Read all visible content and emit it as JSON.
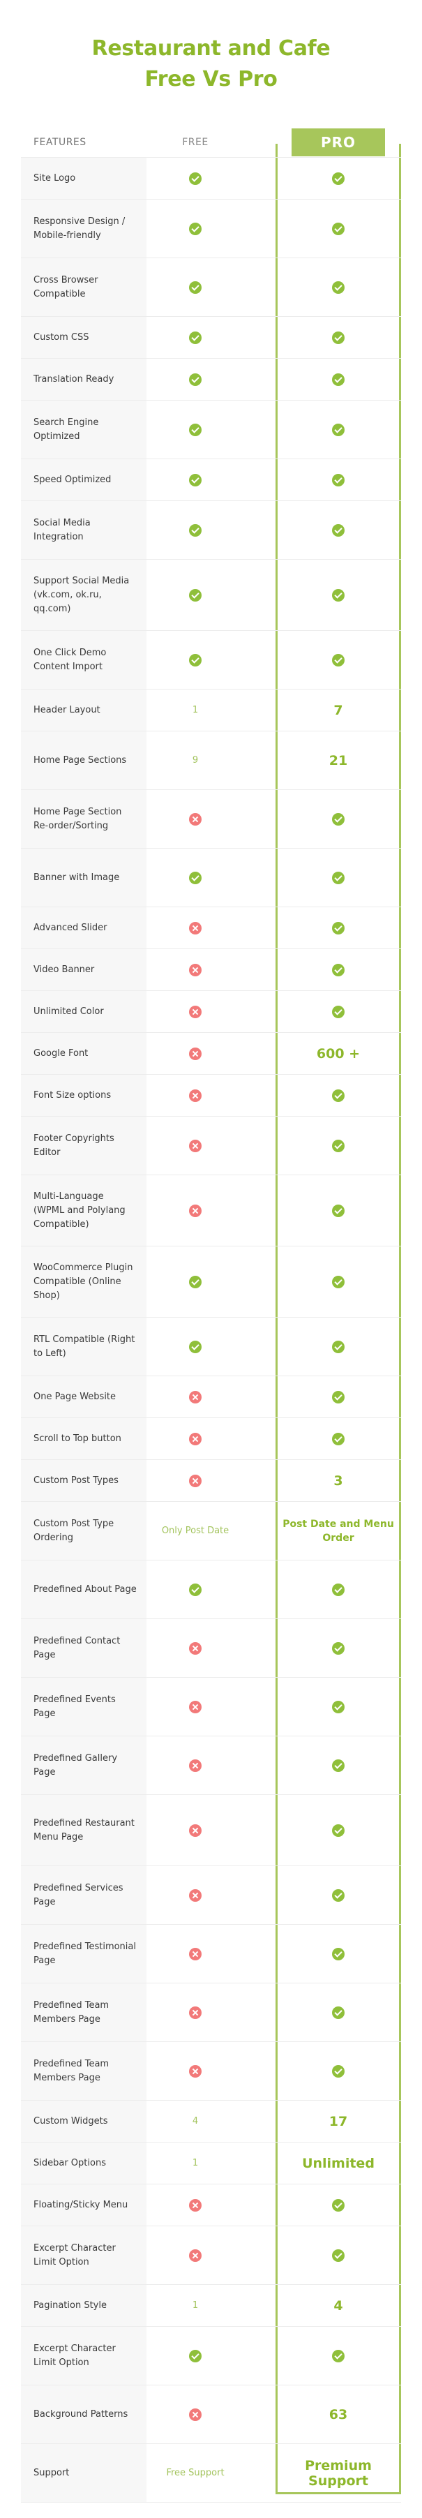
{
  "title_line1": "Restaurant and Cafe",
  "title_line2": "Free Vs Pro",
  "headers": {
    "features": "FEATURES",
    "free": "FREE",
    "pro": "PRO"
  },
  "rows": [
    {
      "feature": "Site Logo",
      "free": "check",
      "pro": "check",
      "h": 60
    },
    {
      "feature": "Responsive Design / Mobile-friendly",
      "free": "check",
      "pro": "check",
      "h": 84
    },
    {
      "feature": "Cross Browser Compatible",
      "free": "check",
      "pro": "check",
      "h": 84
    },
    {
      "feature": "Custom CSS",
      "free": "check",
      "pro": "check",
      "h": 60
    },
    {
      "feature": "Translation Ready",
      "free": "check",
      "pro": "check",
      "h": 60
    },
    {
      "feature": "Search Engine Optimized",
      "free": "check",
      "pro": "check",
      "h": 84
    },
    {
      "feature": "Speed Optimized",
      "free": "check",
      "pro": "check",
      "h": 60
    },
    {
      "feature": "Social Media Integration",
      "free": "check",
      "pro": "check",
      "h": 84
    },
    {
      "feature": "Support Social Media (vk.com, ok.ru, qq.com)",
      "free": "check",
      "pro": "check",
      "h": 102
    },
    {
      "feature": "One Click Demo Content Import",
      "free": "check",
      "pro": "check",
      "h": 84
    },
    {
      "feature": "Header Layout",
      "free": "1",
      "pro": "7",
      "h": 60
    },
    {
      "feature": "Home Page Sections",
      "free": "9",
      "pro": "21",
      "h": 84
    },
    {
      "feature": "Home Page Section Re-order/Sorting",
      "free": "cross",
      "pro": "check",
      "h": 84
    },
    {
      "feature": "Banner with Image",
      "free": "check",
      "pro": "check",
      "h": 84
    },
    {
      "feature": "Advanced Slider",
      "free": "cross",
      "pro": "check",
      "h": 60
    },
    {
      "feature": "Video Banner",
      "free": "cross",
      "pro": "check",
      "h": 60
    },
    {
      "feature": "Unlimited Color",
      "free": "cross",
      "pro": "check",
      "h": 60
    },
    {
      "feature": "Google Font",
      "free": "cross",
      "pro": "600 +",
      "h": 60
    },
    {
      "feature": "Font Size options",
      "free": "cross",
      "pro": "check",
      "h": 60
    },
    {
      "feature": "Footer Copyrights Editor",
      "free": "cross",
      "pro": "check",
      "h": 84
    },
    {
      "feature": "Multi-Language (WPML and Polylang Compatible)",
      "free": "cross",
      "pro": "check",
      "h": 102
    },
    {
      "feature": "WooCommerce Plugin Compatible (Online Shop)",
      "free": "check",
      "pro": "check",
      "h": 102
    },
    {
      "feature": "RTL Compatible (Right to Left)",
      "free": "check",
      "pro": "check",
      "h": 84
    },
    {
      "feature": "One Page Website",
      "free": "cross",
      "pro": "check",
      "h": 60
    },
    {
      "feature": "Scroll to Top button",
      "free": "cross",
      "pro": "check",
      "h": 60
    },
    {
      "feature": "Custom Post Types",
      "free": "cross",
      "pro": "3",
      "h": 60
    },
    {
      "feature": "Custom Post Type Ordering",
      "free": "Only Post Date",
      "pro": "Post Date and Menu Order",
      "h": 84
    },
    {
      "feature": "Predefined About Page",
      "free": "check",
      "pro": "check",
      "h": 84
    },
    {
      "feature": "Predefined Contact Page",
      "free": "cross",
      "pro": "check",
      "h": 84
    },
    {
      "feature": "Predefined Events Page",
      "free": "cross",
      "pro": "check",
      "h": 84
    },
    {
      "feature": "Predefined Gallery Page",
      "free": "cross",
      "pro": "check",
      "h": 84
    },
    {
      "feature": "Predefined Restaurant Menu Page",
      "free": "cross",
      "pro": "check",
      "h": 102
    },
    {
      "feature": "Predefined Services Page",
      "free": "cross",
      "pro": "check",
      "h": 84
    },
    {
      "feature": "Predefined Testimonial Page",
      "free": "cross",
      "pro": "check",
      "h": 84
    },
    {
      "feature": "Predefined Team Members Page",
      "free": "cross",
      "pro": "check",
      "h": 84
    },
    {
      "feature": "Predefined Team Members Page",
      "free": "cross",
      "pro": "check",
      "h": 84
    },
    {
      "feature": "Custom Widgets",
      "free": "4",
      "pro": "17",
      "h": 60
    },
    {
      "feature": "Sidebar Options",
      "free": "1",
      "pro": "Unlimited",
      "h": 60
    },
    {
      "feature": "Floating/Sticky Menu",
      "free": "cross",
      "pro": "check",
      "h": 60
    },
    {
      "feature": "Excerpt Character Limit Option",
      "free": "cross",
      "pro": "check",
      "h": 84
    },
    {
      "feature": "Pagination Style",
      "free": "1",
      "pro": "4",
      "h": 60
    },
    {
      "feature": "Excerpt Character Limit Option",
      "free": "check",
      "pro": "check",
      "h": 84
    },
    {
      "feature": "Background Patterns",
      "free": "cross",
      "pro": "63",
      "h": 84
    },
    {
      "feature": "Support",
      "free": "Free Support",
      "pro": "Premium Support",
      "h": 84
    }
  ],
  "colors": {
    "accent": "#8db72b",
    "pro_frame": "#a7c65b",
    "check": "#8fbf3a",
    "cross": "#f27979"
  }
}
